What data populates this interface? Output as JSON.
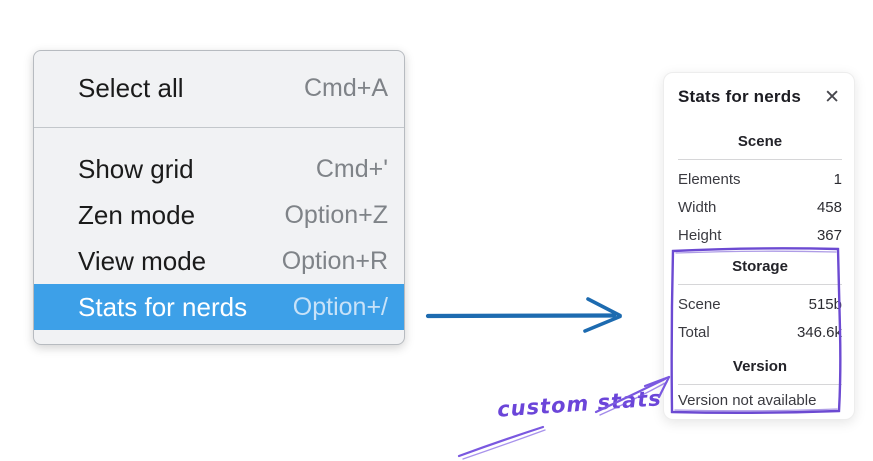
{
  "menu": {
    "highlight_color": "#3da0e8",
    "items": [
      {
        "label": "Select all",
        "shortcut": "Cmd+A",
        "selected": false
      },
      {
        "label": "Show grid",
        "shortcut": "Cmd+'",
        "selected": false
      },
      {
        "label": "Zen mode",
        "shortcut": "Option+Z",
        "selected": false
      },
      {
        "label": "View mode",
        "shortcut": "Option+R",
        "selected": false
      },
      {
        "label": "Stats for nerds",
        "shortcut": "Option+/",
        "selected": true
      }
    ]
  },
  "stats_panel": {
    "title": "Stats for nerds",
    "close_icon": "✕",
    "sections": [
      {
        "header": "Scene",
        "rows": [
          {
            "label": "Elements",
            "value": "1"
          },
          {
            "label": "Width",
            "value": "458"
          },
          {
            "label": "Height",
            "value": "367"
          }
        ]
      },
      {
        "header": "Storage",
        "rows": [
          {
            "label": "Scene",
            "value": "515b"
          },
          {
            "label": "Total",
            "value": "346.6k"
          }
        ]
      },
      {
        "header": "Version",
        "note": "Version not available"
      }
    ]
  },
  "annotation": {
    "label": "custom stats",
    "color": "#6b45d9"
  },
  "drawing_colors": {
    "straight_arrow_blue": "#1d6bb0",
    "sketch_purple": "#7352d9"
  }
}
